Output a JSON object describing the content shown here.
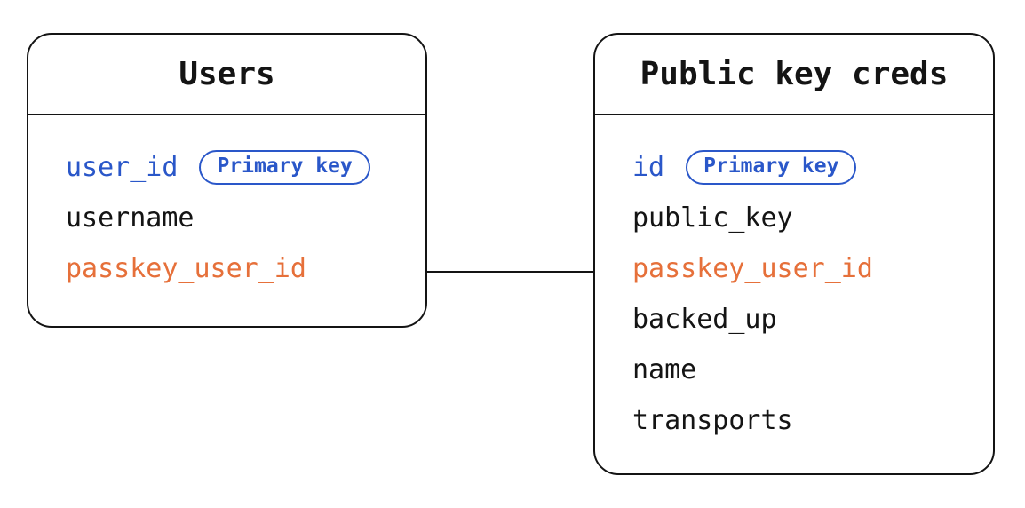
{
  "diagram": {
    "background": "#ffffff",
    "stroke": "#141414",
    "ink": "#141414",
    "accent_blue": "#2a57c9",
    "accent_orange": "#e6703a",
    "tables": [
      {
        "title": "Users",
        "fields": [
          {
            "name": "user_id",
            "badge": "Primary key",
            "color": "blue"
          },
          {
            "name": "username",
            "color": "default"
          },
          {
            "name": "passkey_user_id",
            "color": "orange"
          }
        ]
      },
      {
        "title": "Public key creds",
        "fields": [
          {
            "name": "id",
            "badge": "Primary key",
            "color": "blue"
          },
          {
            "name": "public_key",
            "color": "default"
          },
          {
            "name": "passkey_user_id",
            "color": "orange"
          },
          {
            "name": "backed_up",
            "color": "default"
          },
          {
            "name": "name",
            "color": "default"
          },
          {
            "name": "transports",
            "color": "default"
          }
        ]
      }
    ],
    "connector": {
      "between": [
        "Users.passkey_user_id",
        "Public key creds.passkey_user_id"
      ]
    }
  }
}
